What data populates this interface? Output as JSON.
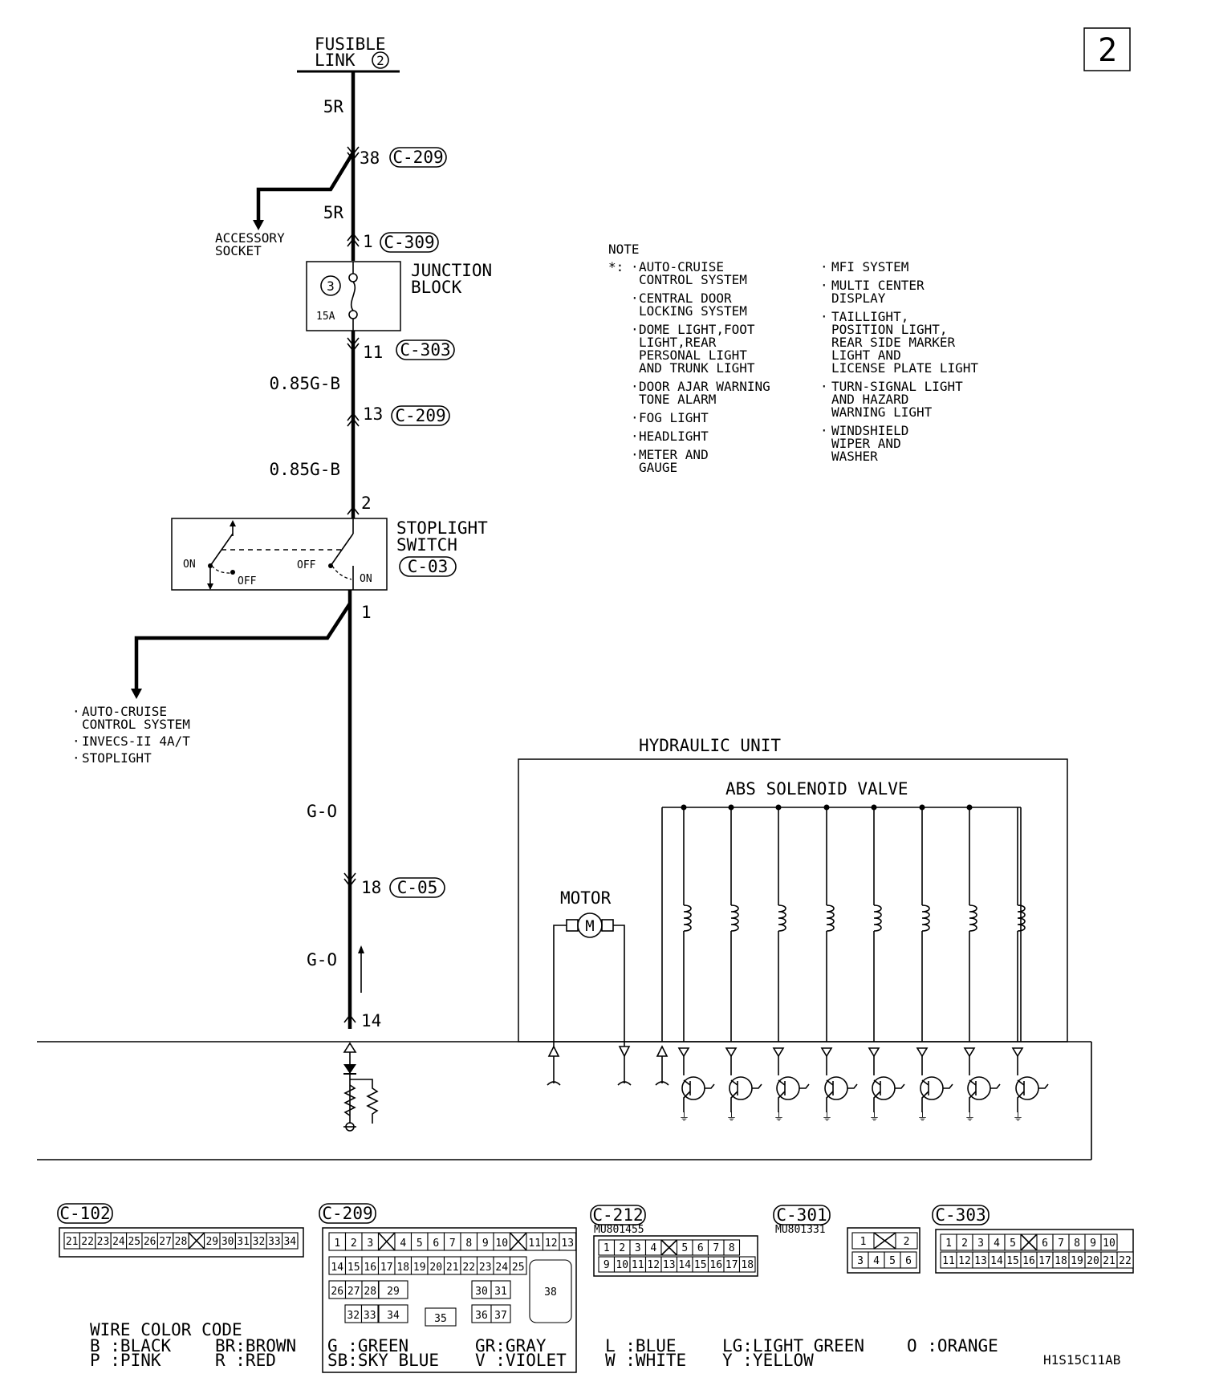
{
  "page_marker": "2",
  "fusible_link": {
    "line1": "FUSIBLE",
    "line2": "LINK",
    "number": "2"
  },
  "wires": {
    "w1": "5R",
    "w2": "5R",
    "w3": "0.85G-B",
    "w4": "0.85G-B",
    "w5": "G-O",
    "w6": "G-O"
  },
  "connections": {
    "c209a": {
      "pin": "38",
      "conn": "C-209"
    },
    "c309": {
      "pin": "1",
      "conn": "C-309"
    },
    "c303": {
      "pin": "11",
      "conn": "C-303"
    },
    "c209b": {
      "pin": "13",
      "conn": "C-209"
    },
    "sw_top": {
      "pin": "2"
    },
    "sw_bottom": {
      "pin": "1"
    },
    "c05": {
      "pin": "18",
      "conn": "C-05"
    },
    "ecu": {
      "pin": "14"
    }
  },
  "accessory": {
    "line1": "ACCESSORY",
    "line2": "SOCKET"
  },
  "junction_block": {
    "line1": "JUNCTION",
    "line2": "BLOCK",
    "fuse_no": "3",
    "fuse_amp": "15A"
  },
  "stoplight_switch": {
    "line1": "STOPLIGHT",
    "line2": "SWITCH",
    "conn": "C-03",
    "on": "ON",
    "off": "OFF"
  },
  "branch_targets": [
    "AUTO-CRUISE",
    "CONTROL SYSTEM",
    "INVECS-II 4A/T",
    "STOPLIGHT"
  ],
  "note": {
    "title": "NOTE",
    "marker": "*:",
    "col1": [
      [
        "AUTO-CRUISE",
        "CONTROL SYSTEM"
      ],
      [
        "CENTRAL DOOR",
        "LOCKING SYSTEM"
      ],
      [
        "DOME LIGHT,FOOT",
        "LIGHT,REAR",
        "PERSONAL LIGHT",
        "AND TRUNK LIGHT"
      ],
      [
        "DOOR AJAR WARNING",
        "TONE ALARM"
      ],
      [
        "FOG LIGHT"
      ],
      [
        "HEADLIGHT"
      ],
      [
        "METER AND",
        "GAUGE"
      ]
    ],
    "col2": [
      [
        "MFI SYSTEM"
      ],
      [
        "MULTI CENTER",
        "DISPLAY"
      ],
      [
        "TAILLIGHT,",
        "POSITION LIGHT,",
        "REAR SIDE MARKER",
        "LIGHT AND",
        "LICENSE PLATE LIGHT"
      ],
      [
        "TURN-SIGNAL LIGHT",
        "AND HAZARD",
        "WARNING LIGHT"
      ],
      [
        "WINDSHIELD",
        "WIPER AND",
        "WASHER"
      ]
    ]
  },
  "hydraulic_unit": {
    "title": "HYDRAULIC UNIT",
    "valve": "ABS SOLENOID VALVE",
    "motor": "MOTOR",
    "motor_symbol": "M"
  },
  "connectors": {
    "c102": {
      "title": "C-102",
      "pins": [
        "21",
        "22",
        "23",
        "24",
        "25",
        "26",
        "27",
        "28",
        "",
        "29",
        "30",
        "31",
        "32",
        "33",
        "34"
      ]
    },
    "c209": {
      "title": "C-209",
      "row1": [
        "1",
        "2",
        "3",
        "",
        "4",
        "5",
        "6",
        "7",
        "8",
        "9",
        "10",
        "",
        "11",
        "12",
        "13"
      ],
      "row2": [
        "14",
        "15",
        "16",
        "17",
        "18",
        "19",
        "20",
        "21",
        "22",
        "23",
        "24",
        "25"
      ],
      "row3": [
        "26",
        "27",
        "28",
        "29",
        "30",
        "31"
      ],
      "row4": [
        "32",
        "33",
        "34",
        "35",
        "36",
        "37"
      ],
      "big": "38"
    },
    "c212": {
      "title": "C-212",
      "part": "MU801455",
      "row1": [
        "1",
        "2",
        "3",
        "4",
        "",
        "5",
        "6",
        "7",
        "8"
      ],
      "row2": [
        "9",
        "10",
        "11",
        "12",
        "13",
        "14",
        "15",
        "16",
        "17",
        "18"
      ]
    },
    "c301": {
      "title": "C-301",
      "part": "MU801331",
      "row1": [
        "1",
        "",
        "2"
      ],
      "row2": [
        "3",
        "4",
        "5",
        "6"
      ]
    },
    "c303": {
      "title": "C-303",
      "row1": [
        "1",
        "2",
        "3",
        "4",
        "5",
        "",
        "6",
        "7",
        "8",
        "9",
        "10"
      ],
      "row2": [
        "11",
        "12",
        "13",
        "14",
        "15",
        "16",
        "17",
        "18",
        "19",
        "20",
        "21",
        "22"
      ]
    }
  },
  "wire_color_code": {
    "title": "WIRE COLOR CODE",
    "entries": [
      [
        "B :BLACK",
        "P :PINK"
      ],
      [
        "BR:BROWN",
        "R :RED"
      ],
      [
        "G :GREEN",
        "SB:SKY BLUE"
      ],
      [
        "GR:GRAY",
        "V :VIOLET"
      ],
      [
        "L :BLUE",
        "W :WHITE"
      ],
      [
        "LG:LIGHT GREEN",
        "Y :YELLOW"
      ],
      [
        "O :ORANGE"
      ]
    ]
  },
  "figure_code": "H1S15C11AB"
}
